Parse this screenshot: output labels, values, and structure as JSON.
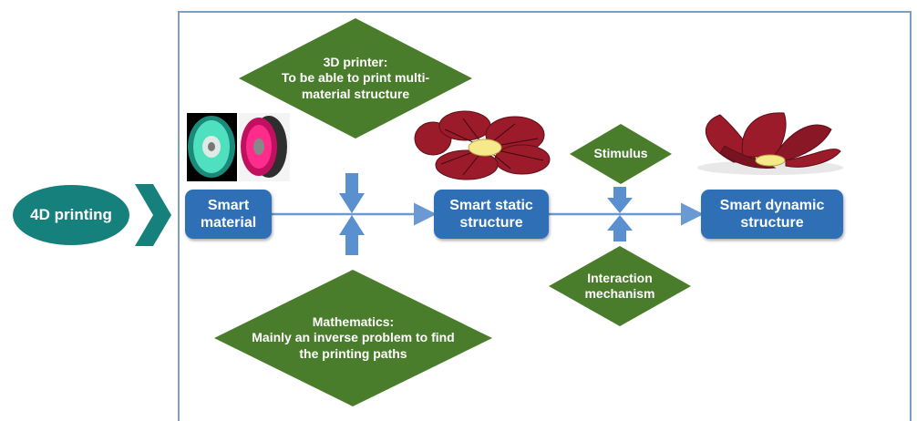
{
  "title_node": {
    "label": "4D printing"
  },
  "boxes": {
    "smart_material": "Smart\nmaterial",
    "smart_static": "Smart static\nstructure",
    "smart_dynamic": "Smart dynamic\nstructure"
  },
  "diamonds": {
    "printer": "3D printer:\nTo be able to print multi-\nmaterial structure",
    "math": "Mathematics:\nMainly an inverse problem to find\nthe printing paths",
    "stimulus": "Stimulus",
    "interaction": "Interaction\nmechanism"
  },
  "colors": {
    "node_teal": "#15807c",
    "box_blue": "#2f6fb6",
    "diamond_green": "#4a7d2b",
    "arrow_blue": "#6b9ad2",
    "petal_red": "#9b1b2a",
    "flower_center": "#f5e98a"
  }
}
